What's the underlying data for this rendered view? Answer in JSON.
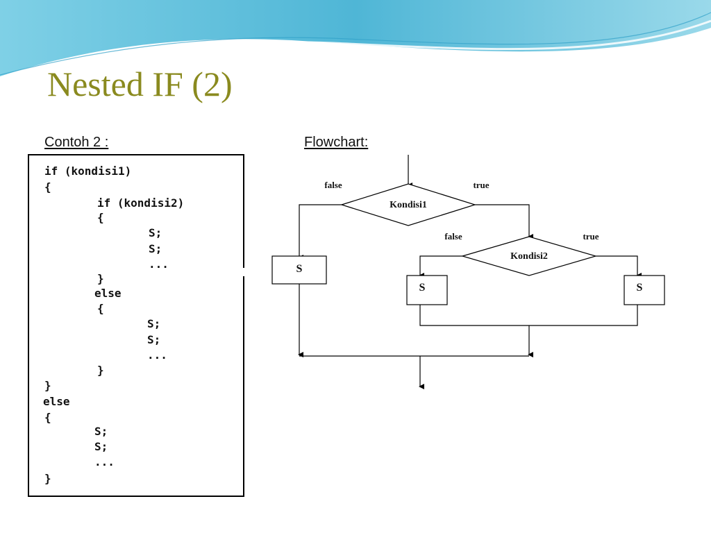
{
  "slide": {
    "title": "Nested IF (2)",
    "accent_color": "#8a8a1f",
    "wave_color": "#5bc3dc"
  },
  "example": {
    "caption": "Contoh 2 :",
    "code_lines": [
      "if (kondisi1)",
      "{",
      "if (kondisi2)",
      "{",
      "S;",
      "S;",
      "...",
      "}",
      "else",
      "{",
      "S;",
      "S;",
      "...",
      "}",
      "}",
      "else",
      "{",
      "S;",
      "S;",
      "...",
      "}"
    ]
  },
  "flowchart": {
    "caption": "Flowchart:",
    "decision1": {
      "label": "Kondisi1",
      "false_label": "false",
      "true_label": "true"
    },
    "decision2": {
      "label": "Kondisi2",
      "false_label": "false",
      "true_label": "true"
    },
    "statement_label": "S"
  }
}
